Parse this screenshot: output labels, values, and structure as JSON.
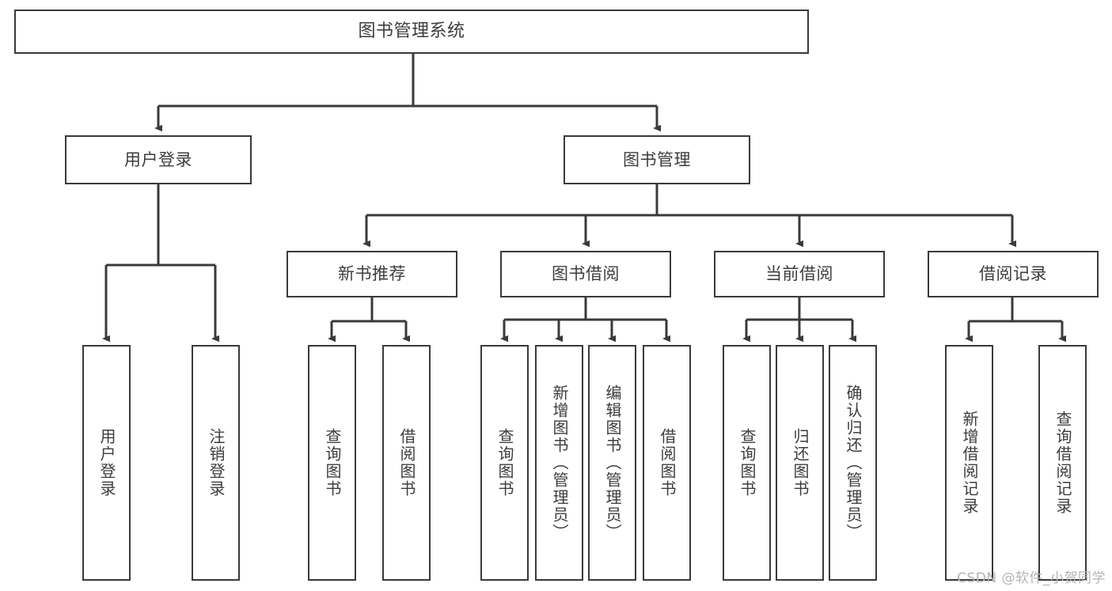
{
  "diagram": {
    "title": "图书管理系统",
    "type": "tree",
    "watermark": "CSDN @软件_小贺同学",
    "colors": {
      "box_border": "#3a3a3a",
      "box_fill": "#ffffff",
      "text": "#3d3d3d",
      "edge": "#3a3a3a",
      "watermark": "#b4b4b4",
      "background": "#ffffff"
    },
    "nodes": {
      "root": {
        "label": "图书管理系统"
      },
      "level1": [
        {
          "id": "user-login",
          "label": "用户登录"
        },
        {
          "id": "book-manage",
          "label": "图书管理"
        }
      ],
      "level2": [
        {
          "id": "new-book-recommend",
          "label": "新书推荐"
        },
        {
          "id": "book-borrow",
          "label": "图书借阅"
        },
        {
          "id": "current-borrow",
          "label": "当前借阅"
        },
        {
          "id": "borrow-record",
          "label": "借阅记录"
        }
      ],
      "leaves": [
        {
          "id": "leaf-user-login",
          "parent": "user-login",
          "label": "用户登录"
        },
        {
          "id": "leaf-logout",
          "parent": "user-login",
          "label": "注销登录"
        },
        {
          "id": "leaf-query-book-1",
          "parent": "new-book-recommend",
          "label": "查询图书"
        },
        {
          "id": "leaf-borrow-book-1",
          "parent": "new-book-recommend",
          "label": "借阅图书"
        },
        {
          "id": "leaf-query-book-2",
          "parent": "book-borrow",
          "label": "查询图书"
        },
        {
          "id": "leaf-add-book",
          "parent": "book-borrow",
          "label": "新增图书（管理员）"
        },
        {
          "id": "leaf-edit-book",
          "parent": "book-borrow",
          "label": "编辑图书（管理员）"
        },
        {
          "id": "leaf-borrow-book-2",
          "parent": "book-borrow",
          "label": "借阅图书"
        },
        {
          "id": "leaf-query-book-3",
          "parent": "current-borrow",
          "label": "查询图书"
        },
        {
          "id": "leaf-return-book",
          "parent": "current-borrow",
          "label": "归还图书"
        },
        {
          "id": "leaf-confirm-return",
          "parent": "current-borrow",
          "label": "确认归还（管理员）"
        },
        {
          "id": "leaf-add-record",
          "parent": "borrow-record",
          "label": "新增借阅记录"
        },
        {
          "id": "leaf-query-record",
          "parent": "borrow-record",
          "label": "查询借阅记录"
        }
      ]
    }
  }
}
